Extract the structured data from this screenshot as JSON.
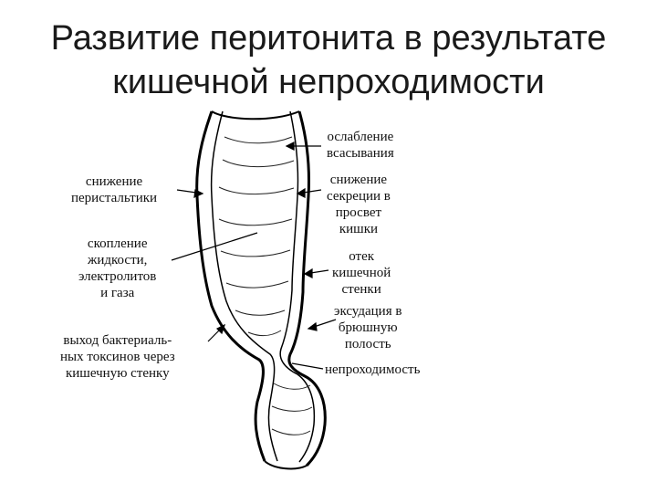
{
  "title": {
    "line1": "Развитие перитонита в результате",
    "line2": "кишечной непроходимости"
  },
  "labels": {
    "weakening_absorption": "ослабление\nвсасывания",
    "reduced_peristalsis": "снижение\nперистальтики",
    "reduced_secretion": "снижение\nсекреции в\nпросвет\nкишки",
    "fluid_accumulation": "скопление\nжидкости,\nэлектролитов\nи газа",
    "wall_edema": "отек\nкишечной\nстенки",
    "exudation": "эксудация в\nбрюшную\nполость",
    "toxin_release": "выход бактериаль-\nных токсинов через\nкишечную стенку",
    "obstruction": "непроходимость"
  }
}
